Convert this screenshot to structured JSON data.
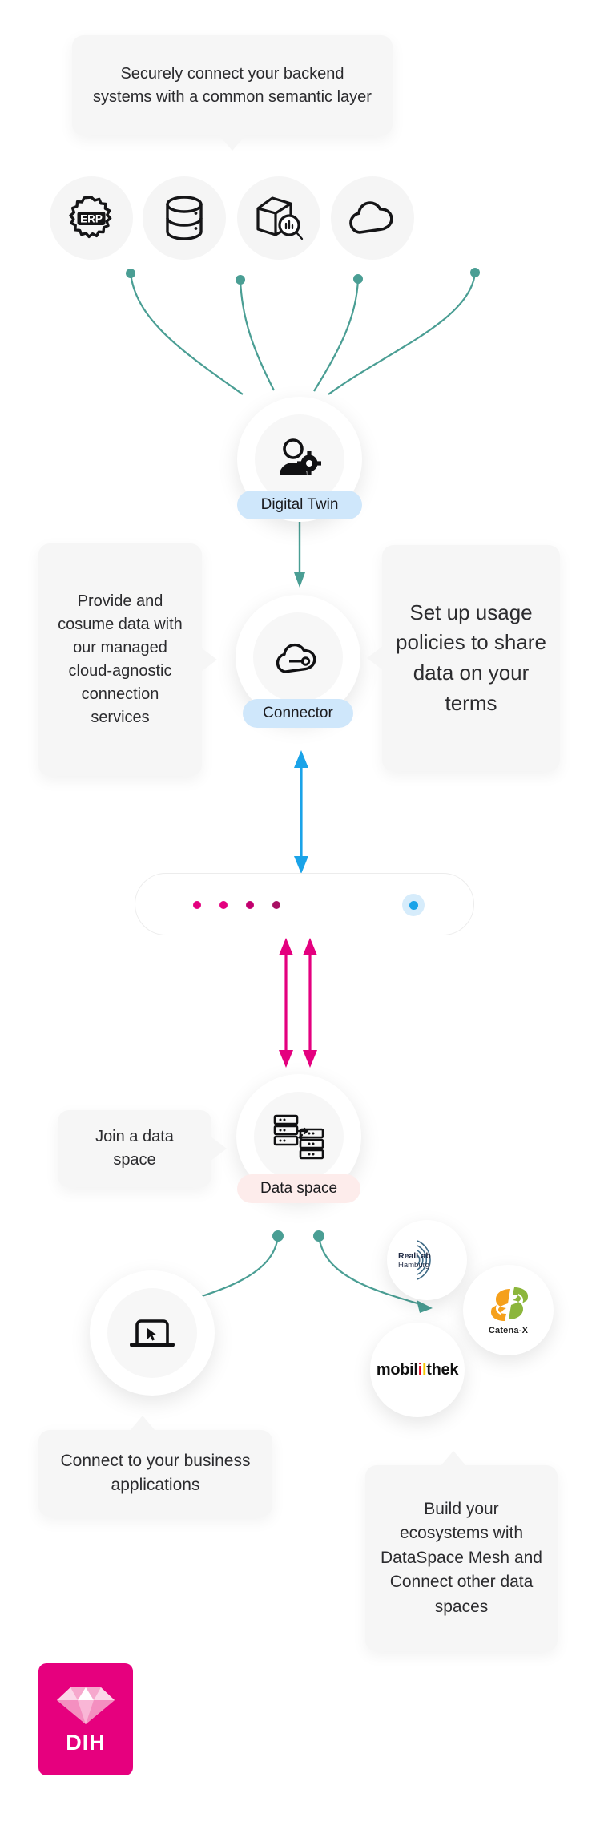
{
  "meta": {
    "colors": {
      "teal": "#4a9e94",
      "blue": "#1aa3e8",
      "pink": "#e4007f",
      "magenta": "#e6007e",
      "badge_blue_bg": "#cfe7fb",
      "badge_pink_bg": "#fdeceb",
      "callout_bg": "#f6f6f6",
      "bubble_bg": "#f5f5f5",
      "catena_orange": "#f5a01b",
      "catena_green": "#8cb63c",
      "mobilithek_red": "#e2001a",
      "mobilithek_yellow": "#f5c400",
      "dih_magenta": "#e6007e",
      "dih_diamond_pink": "#f48fc0"
    }
  },
  "callouts": {
    "top": "Securely connect your backend systems with a common semantic layer",
    "left_connector": "Provide and cosume data with our managed cloud-agnostic connection services",
    "right_connector": "Set up usage policies to share data on your terms",
    "join_dataspace": "Join a data space",
    "business_apps": "Connect to your business applications",
    "ecosystems": "Build your ecosystems with DataSpace Mesh and Connect other data spaces"
  },
  "sources": [
    {
      "name": "erp-icon",
      "label": "ERP"
    },
    {
      "name": "database-icon",
      "label": "Database"
    },
    {
      "name": "product-search-icon",
      "label": "Product search"
    },
    {
      "name": "cloud-icon",
      "label": "Cloud"
    }
  ],
  "nodes": {
    "digital_twin": {
      "label": "Digital Twin",
      "icon": "user-gear-icon"
    },
    "connector": {
      "label": "Connector",
      "icon": "cloud-connector-icon"
    },
    "data_space": {
      "label": "Data space",
      "icon": "server-exchange-icon"
    },
    "business_app": {
      "icon": "laptop-cursor-icon"
    }
  },
  "dots_bar": {
    "pink_dots": 4,
    "blue_dots": 1
  },
  "logos": [
    {
      "name": "reallab-hamburg-logo",
      "line1": "RealLab",
      "line2": "Hamburg"
    },
    {
      "name": "catena-x-logo",
      "caption": "Catena-X"
    },
    {
      "name": "mobilithek-logo",
      "word_before": "mobil",
      "i_red": "i",
      "i_yellow": "l",
      "word_after": "thek",
      "full": "mobilithek"
    }
  ],
  "brand": {
    "name": "dih-logo",
    "label": "DIH"
  }
}
